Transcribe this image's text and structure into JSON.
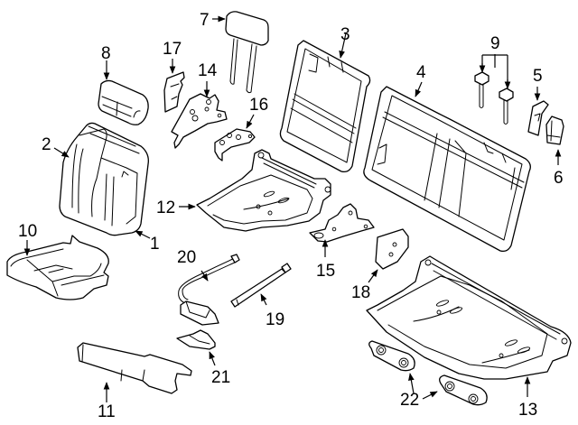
{
  "diagram": {
    "type": "exploded-parts-diagram",
    "subject": "rear seat components",
    "callouts": [
      {
        "id": "1",
        "part": "seat-back-cover-right"
      },
      {
        "id": "2",
        "part": "seat-back-cushion"
      },
      {
        "id": "3",
        "part": "seat-back-frame-left"
      },
      {
        "id": "4",
        "part": "seat-back-frame-right"
      },
      {
        "id": "5",
        "part": "headrest-guide"
      },
      {
        "id": "6",
        "part": "headrest-guide-cap"
      },
      {
        "id": "7",
        "part": "headrest"
      },
      {
        "id": "8",
        "part": "armrest"
      },
      {
        "id": "9",
        "part": "headrest-guides-pair"
      },
      {
        "id": "10",
        "part": "seat-cushion"
      },
      {
        "id": "11",
        "part": "side-shield"
      },
      {
        "id": "12",
        "part": "seat-cushion-frame-left"
      },
      {
        "id": "13",
        "part": "seat-cushion-frame-right"
      },
      {
        "id": "14",
        "part": "hinge-bracket"
      },
      {
        "id": "15",
        "part": "support-bracket"
      },
      {
        "id": "16",
        "part": "pivot-bracket"
      },
      {
        "id": "17",
        "part": "trim-cover"
      },
      {
        "id": "18",
        "part": "end-cover"
      },
      {
        "id": "19",
        "part": "support-rod"
      },
      {
        "id": "20",
        "part": "release-cable-handle"
      },
      {
        "id": "21",
        "part": "latch-cover"
      },
      {
        "id": "22",
        "part": "mounting-pads"
      }
    ]
  }
}
